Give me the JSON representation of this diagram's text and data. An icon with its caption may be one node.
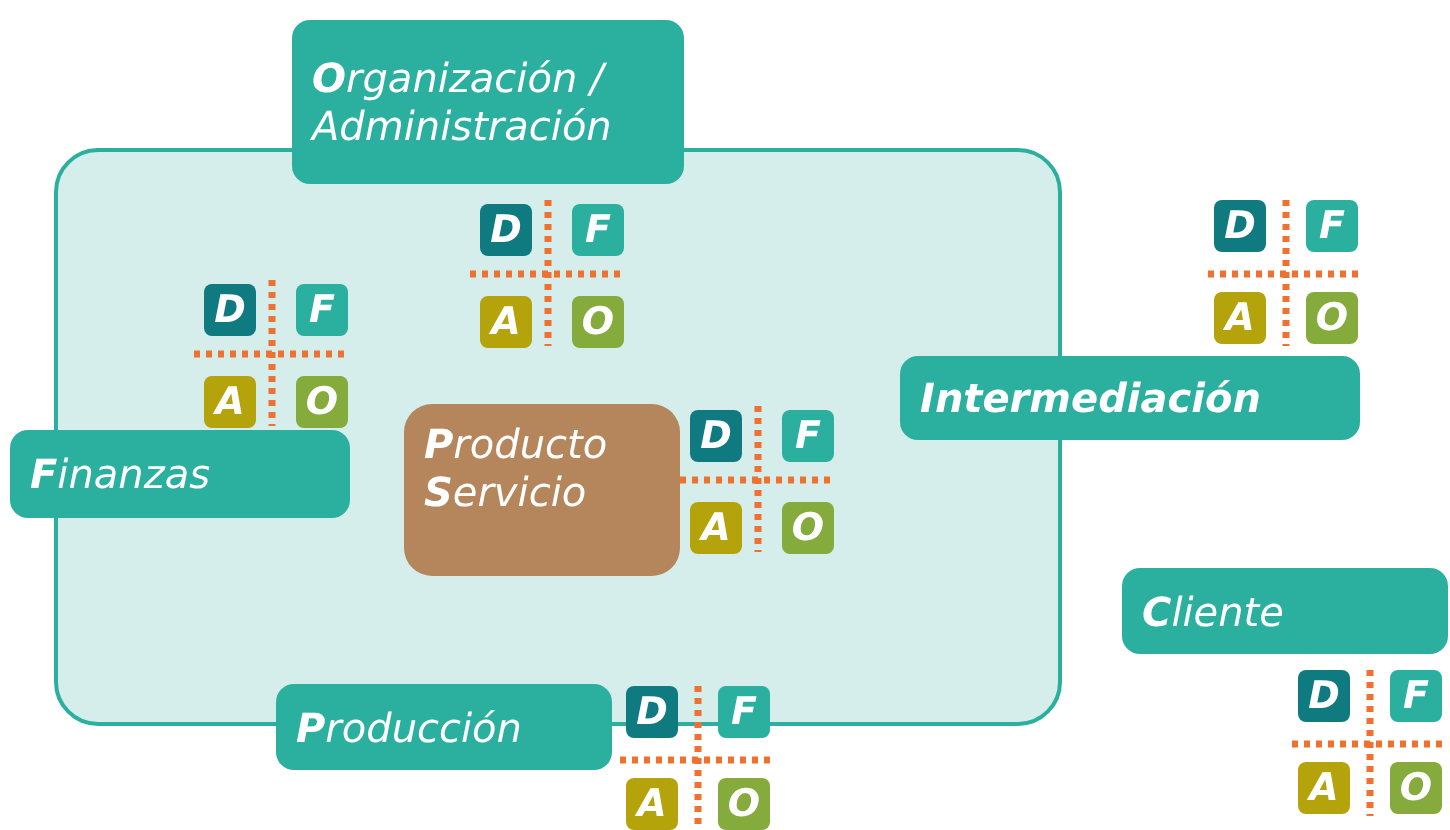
{
  "diagram": {
    "nodes": [
      {
        "text": [],
        "shape": "box"
      },
      {
        "text": [
          "**O**rganización / Administración"
        ]
      },
      {
        "text": [
          "D"
        ],
        "in": 0
      },
      {
        "text": [
          "F"
        ],
        "in": 0
      },
      {
        "text": [
          "A"
        ],
        "in": 0
      },
      {
        "text": [
          "O"
        ],
        "in": 0
      },
      {
        "text": [
          "D"
        ]
      },
      {
        "text": [
          "F"
        ]
      },
      {
        "text": [
          "A"
        ]
      },
      {
        "text": [
          "O"
        ]
      },
      {
        "text": [
          "D"
        ],
        "in": 0
      },
      {
        "text": [
          "F"
        ],
        "in": 0
      },
      {
        "text": [
          "A"
        ],
        "in": 0
      },
      {
        "text": [
          "O"
        ],
        "in": 0
      },
      {
        "text": [
          "Intermediación"
        ]
      },
      {
        "text": [
          "**P**roducto **S**ervicio"
        ],
        "in": 0
      },
      {
        "text": [
          "D"
        ],
        "in": 0
      },
      {
        "text": [
          "F"
        ],
        "in": 0
      },
      {
        "text": [
          "A"
        ],
        "in": 0
      },
      {
        "text": [
          "O"
        ],
        "in": 0
      },
      {
        "text": [
          "**F**inanzas"
        ]
      },
      {
        "text": [
          "**C**liente"
        ]
      },
      {
        "text": [
          "**P**roducción"
        ]
      },
      {
        "text": [
          "D"
        ]
      },
      {
        "text": [
          "F"
        ]
      },
      {
        "text": [
          "A"
        ]
      },
      {
        "text": [
          "O"
        ]
      },
      {
        "text": [
          "D"
        ]
      },
      {
        "text": [
          "F"
        ]
      },
      {
        "text": [
          "A"
        ]
      },
      {
        "text": [
          "O"
        ]
      }
    ]
  }
}
